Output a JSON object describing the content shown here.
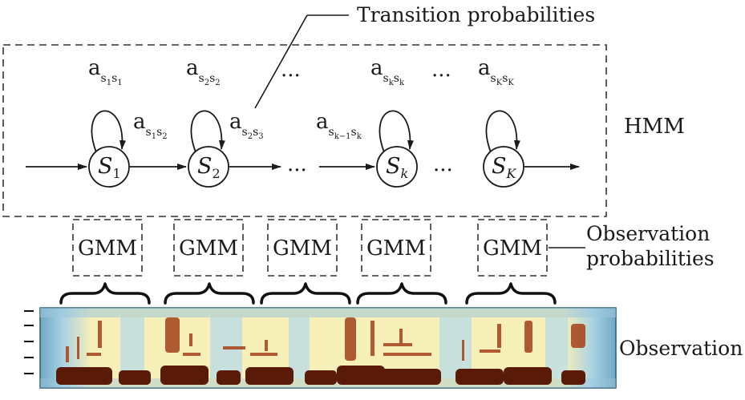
{
  "annotations": {
    "transition": "Transition probabilities",
    "hmm": "HMM",
    "observation_prob_line1": "Observation",
    "observation_prob_line2": "probabilities",
    "observation": "Observation"
  },
  "ellipsis": "...",
  "states": [
    {
      "base": "S",
      "sub": "1"
    },
    {
      "base": "S",
      "sub": "2"
    },
    {
      "base": "S",
      "sub": "k"
    },
    {
      "base": "S",
      "sub": "K"
    }
  ],
  "self_transitions": [
    {
      "base": "a",
      "sub1": "s",
      "sub1sub": "1",
      "sub2": "s",
      "sub2sub": "1"
    },
    {
      "base": "a",
      "sub1": "s",
      "sub1sub": "2",
      "sub2": "s",
      "sub2sub": "2"
    },
    {
      "base": "a",
      "sub1": "s",
      "sub1sub": "k",
      "sub2": "s",
      "sub2sub": "k"
    },
    {
      "base": "a",
      "sub1": "s",
      "sub1sub": "K",
      "sub2": "s",
      "sub2sub": "K"
    }
  ],
  "forward_transitions": [
    {
      "base": "a",
      "sub1": "s",
      "sub1sub": "1",
      "sub2": "s",
      "sub2sub": "2"
    },
    {
      "base": "a",
      "sub1": "s",
      "sub1sub": "2",
      "sub2": "s",
      "sub2sub": "3"
    },
    {
      "base": "a",
      "sub1": "s",
      "sub1sub": "k−1",
      "sub2": "s",
      "sub2sub": "k"
    }
  ],
  "gmm_label": "GMM",
  "gmm_count": 5,
  "spectrogram_colors": {
    "background": "#f6efb8",
    "edge": "#9cc6db",
    "dark": "#5a1a08",
    "mid": "#a84a22"
  }
}
